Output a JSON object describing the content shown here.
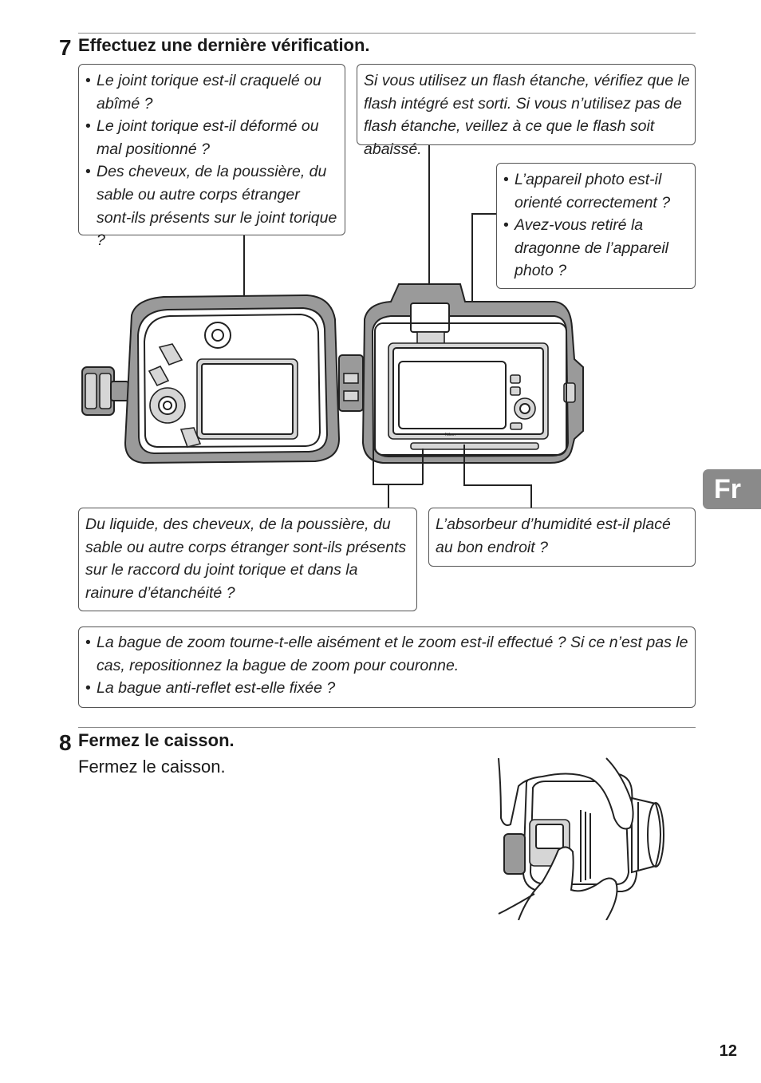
{
  "step7": {
    "number": "7",
    "title": "Effectuez une dernière vérification.",
    "callouts": {
      "oring": [
        "Le joint torique est-il craquelé ou abîmé ?",
        "Le joint torique est-il déformé ou mal positionné ?",
        "Des cheveux, de la poussière, du sable ou autre corps étranger sont-ils présents sur le joint torique ?"
      ],
      "flash": "Si vous utilisez un flash étanche, vérifiez que le flash intégré est sorti. Si vous n’utilisez pas de flash étanche, veillez à ce que le flash soit abaissé.",
      "camera": [
        "L’appareil photo est-il orienté correctement ?",
        "Avez-vous retiré la dragonne de l’appareil photo ?"
      ],
      "liquid": "Du liquide, des cheveux, de la poussière, du sable ou autre corps étranger sont-ils présents sur le raccord du joint torique et dans la rainure d’étanchéité ?",
      "absorber": "L’absorbeur d’humidité est-il placé au bon endroit ?",
      "zoom": [
        "La bague de zoom tourne-t-elle aisément et le zoom est-il effectué ? Si ce n’est pas le cas, repositionnez la bague de zoom pour couronne.",
        "La bague anti-reflet est-elle fixée ?"
      ]
    }
  },
  "step8": {
    "number": "8",
    "title": "Fermez le caisson.",
    "text": "Fermez le caisson."
  },
  "camera_brand_label": "Nikon",
  "language_tab": "Fr",
  "page_number": "12"
}
